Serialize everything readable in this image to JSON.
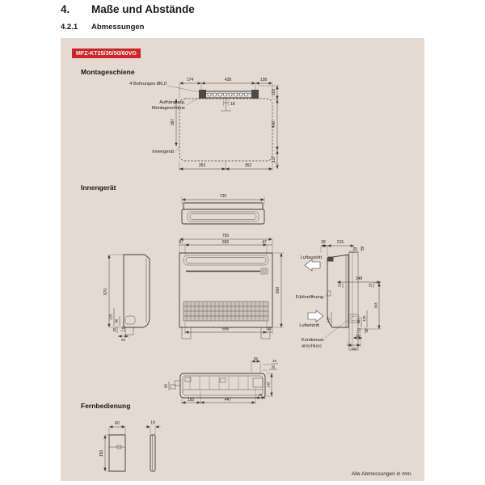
{
  "header": {
    "section_number": "4.",
    "section_title": "Maße und Abstände",
    "subsection_number": "4.2.1",
    "subsection_title": "Abmessungen"
  },
  "panel": {
    "model_badge": "MFZ-KT25/35/50/60VG",
    "footer_note": "Alle Abmessungen in mm.",
    "colors": {
      "panel_bg": "#e4dad2",
      "badge_bg": "#d2232a",
      "badge_text": "#ffffff",
      "line": "#3b3b3b"
    }
  },
  "montageschiene": {
    "title": "Montageschiene",
    "labels": {
      "holes": "4 Bohrungen Ø6,0",
      "hanger1": "Aufhängung,",
      "hanger2": "Montageschiene",
      "indoor": "Innengerät"
    },
    "dims": {
      "top_left": "174",
      "top_mid": "438",
      "top_right": "138",
      "hook": "18",
      "left_height": "387",
      "right_top": "118",
      "right_mid": "400",
      "right_bottom": "137",
      "bottom_left": "353",
      "bottom_right": "352"
    }
  },
  "innengeraet": {
    "title": "Innengerät",
    "top_view": {
      "width": "730"
    },
    "front_view": {
      "width": "750",
      "outlet_width": "656",
      "margin_left": "47",
      "margin_right": "47",
      "height": "600",
      "bottom_width": "656",
      "bottom_margin": "47"
    },
    "side_view": {
      "height": "570",
      "dim_125": "125",
      "dim_80": "80",
      "dim_50": "50",
      "dim_12": "12",
      "dim_60": "60"
    },
    "connection_view": {
      "labels": {
        "air_outlet": "Luftaustritt",
        "sensor": "Fühleröffnung",
        "air_inlet": "Lufteintritt",
        "drain1": "Kondensat-",
        "drain2": "anschluss"
      },
      "dims": {
        "top_28": "28",
        "top_215": "215",
        "top_70": "70",
        "right_28": "28",
        "mid_148": "148",
        "mid_15l": "15",
        "mid_15r": "15",
        "height_303": "303",
        "inlet_127": "127",
        "drain_80": "80",
        "drain_125": "125",
        "bot_12": "12",
        "bot_30": "30",
        "bot_60": "60",
        "bot_104": "104"
      }
    },
    "bottom_view": {
      "dim_85": "85",
      "dim_45": "45",
      "dim_35": "35",
      "left_60": "60",
      "bot_150": "150",
      "bot_447": "447",
      "bot_75": "75",
      "right_145": "145"
    }
  },
  "fernbedienung": {
    "title": "Fernbedienung",
    "width": "60",
    "height": "150",
    "depth": "19"
  }
}
